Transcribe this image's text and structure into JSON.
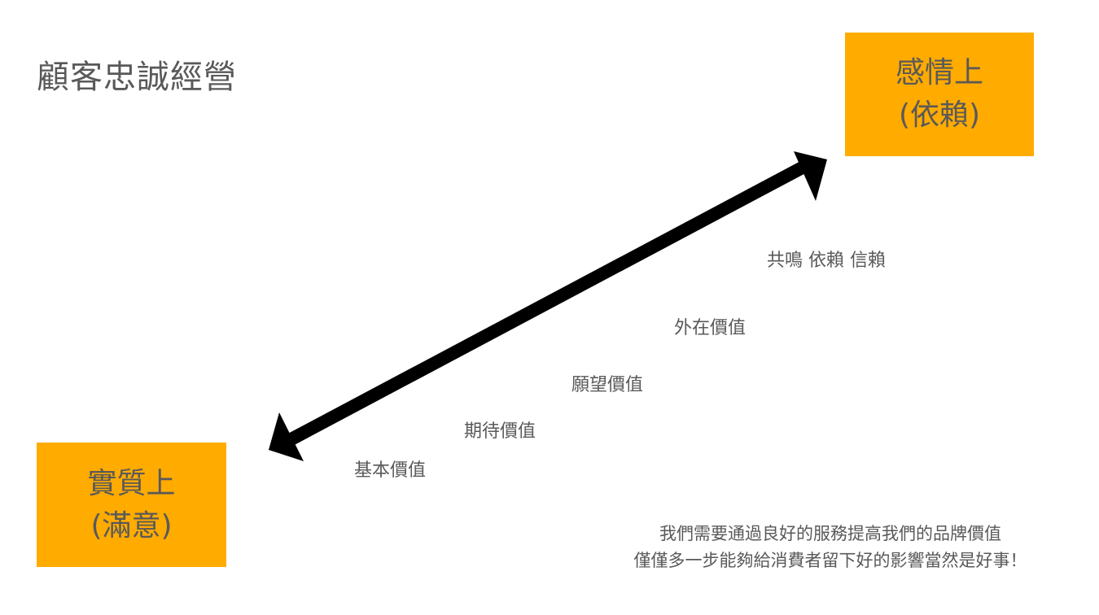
{
  "title": "顧客忠誠經營",
  "top_right_box": {
    "line1": "感情上",
    "line2": "(依賴)"
  },
  "bottom_left_box": {
    "line1": "實質上",
    "line2": "(滿意)"
  },
  "levels": [
    "共鳴 依賴 信賴",
    "外在價值",
    "願望價值",
    "期待價值",
    "基本價值"
  ],
  "footer": {
    "line1": "我們需要通過良好的服務提高我們的品牌價值",
    "line2": "僅僅多一步能夠給消費者留下好的影響當然是好事！"
  },
  "colors": {
    "box": "#FFAB00",
    "text": "#595959",
    "arrow": "#000000"
  }
}
